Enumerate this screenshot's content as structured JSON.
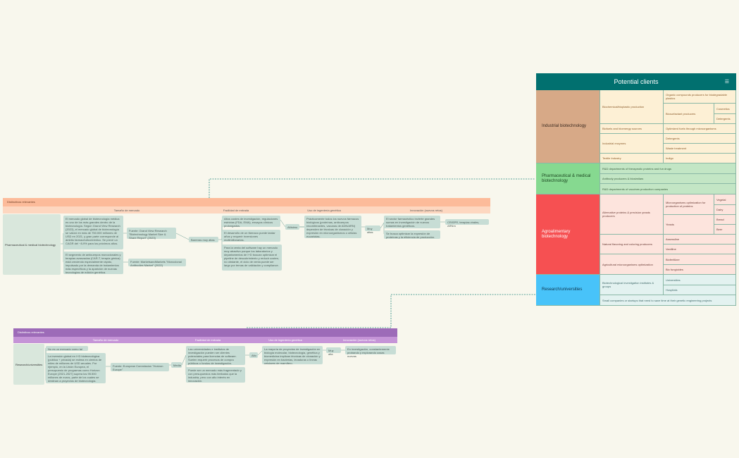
{
  "clients": {
    "title": "Potential clients",
    "menu_icon": "hamburger-menu-icon",
    "categories": [
      {
        "name": "Industrial biotechnology",
        "rows": [
          {
            "label": "Biochemical/bioplastic production",
            "sub": [
              {
                "label": "Organic compounds producers for biodegradable plastics"
              },
              {
                "label": "Biosurfactant producers",
                "sub": [
                  "Cosmetics",
                  "Detergents"
                ]
              }
            ]
          },
          {
            "label": "Biofuels and bioenergy sources",
            "sub": [
              {
                "label": "Optimized fuels through microorganisms"
              }
            ]
          },
          {
            "label": "Industrial enzymes",
            "sub": [
              {
                "label": "Detergents"
              },
              {
                "label": "Waste treatment"
              }
            ]
          },
          {
            "label": "Textile Industry",
            "sub": [
              {
                "label": "Indigo"
              }
            ]
          }
        ]
      },
      {
        "name": "Pharmaceutical & medical biotechnology",
        "rows": [
          {
            "label": "R&D departments of therapeutic proteins and fun drugs"
          },
          {
            "label": "Antibody producers & biosimilars"
          },
          {
            "label": "R&D departments of vaccines production companies"
          }
        ]
      },
      {
        "name": "Agroalimentary biotechnology",
        "rows": [
          {
            "label": "Alternative proteins & precision yeasts producers",
            "sub": [
              {
                "label": "Microorganisms optimization for production of proteins",
                "sub": [
                  "Vegetal",
                  "Dairy"
                ]
              },
              {
                "label": "Yeasts",
                "sub": [
                  "Bread",
                  "Beer"
                ]
              }
            ]
          },
          {
            "label": "Natural flavoring and coloring producers",
            "sub": [
              {
                "label": "Assessline"
              },
              {
                "label": "Vanilline"
              }
            ]
          },
          {
            "label": "Agricultural microorganisms optimization",
            "sub": [
              {
                "label": "Biofertilizer"
              },
              {
                "label": "Bio fungicides"
              }
            ]
          }
        ]
      },
      {
        "name": "Research/universities",
        "rows": [
          {
            "label": "Biotechnological investigation institutes & groups",
            "sub": [
              {
                "label": "Universities"
              },
              {
                "label": "Hospitals"
              }
            ]
          },
          {
            "label": "Small companies or startups that need to save time at their genetic engineering projects"
          }
        ]
      }
    ]
  },
  "pharma_map": {
    "banner": "Distinctivos relevantes",
    "columns": [
      "Tamaño de mercado",
      "Facilidad de entrada",
      "Uso de ingeniería genética",
      "Innovación (nuevos retos)"
    ],
    "root": "Pharmaceutical & medical biotechnology",
    "market": [
      "El mercado global de biotecnología médica es uno de los más grandes dentro de la biotecnología. Según Grand View Research (2023), el mercado global de biotecnología se valoró en más de 750.000 millones de USD en 2021, y gran parte corresponde al ámbito farmacéutico/médico. Se prevé un CAGR del ~8-9% para los próximos años.",
      "El segmento de anticuerpos monoclonales y terapias avanzadas (CAR-T, terapia génica) está creciendo especialmente rápido, impulsado por la demanda de tratamientos más específicos y la aparición de nuevas tecnologías de edición genética."
    ],
    "sources": [
      "Fuente: Grand View Research \"Biotechnology Market Size & Share Report\" (2023)",
      "Fuente: MarketsandMarkets \"Monoclonal Antibodies Market\" (2022)"
    ],
    "barrier_label": "Barreras muy altas",
    "barriers": [
      "Altos costes de investigación, regulaciones estrictas (FDA, EMA), ensayos clínicos prolongados.",
      "El desarrollo de un fármaco puede tardar años y requerir inversiones multimillonarias.",
      "Para la venta del software hay un mercado muy atractivo porque los laboratorios y departamentos de I+D buscan optimizar el pipeline de descubrimiento y reducir costes; no obstante, el ciclo de venta puede ser largo por temas de validación y compliance."
    ],
    "usage_label": "Altísimo",
    "usage": "Prácticamente todos los nuevos fármacos biológicos (proteínas, anticuerpos recombinantes, vacunas de ADN/ARN) dependen de técnicas de clonación y expresión en microorganismos o células eucariotas.",
    "innovation_label": "Muy altas",
    "innovation": [
      "El sector farmacéutico invierte grandes sumas en investigación de nuevos tratamientos genéticos.",
      "Se busca optimizar la expresión de proteínas y la eficiencia de producción."
    ],
    "innovation_extra": "CRISPR, terapias virales, ARNm"
  },
  "research_map": {
    "banner": "Distintivos relevantes",
    "columns": [
      "Tamaño de mercado",
      "Facilidad de entrada",
      "Uso de ingeniería genética",
      "Innovación (nuevos retos)"
    ],
    "root": "Research/universities",
    "market": [
      "No es un mercado como tal",
      "La inversión global en I+D biotecnológica (pública + privada) se estima en cientos de miles de millones de USD anuales. Por ejemplo, en la Unión Europea, el presupuesto de programas como Horizon Europe (2021-2027) supera los 95.500 millones de euros, parte de los cuales se destinan a proyectos de biotecnología."
    ],
    "source": "Fuente: European Commission \"Horizon Europe\"",
    "entry_label": "Media",
    "entry": [
      "Las universidades e institutos de investigación pueden ser clientes potenciales para licencias de software. Suelen requerir procesos de compra públicos o fondos de investigación.",
      "Puede ser un mercado más fragmentado y con presupuestos más limitados que la industria, pero con alto interés en innovación."
    ],
    "usage_label": "Alto",
    "usage": "La mayoría de proyectos de investigación en biología molecular, biotecnología, genética y biomedicina implican técnicas de clonación y expresión en bacterias, levaduras o líneas celulares de mamífero.",
    "innovation_label": "Muy alta",
    "innovation": "En investigación, constantemente probando y explorando cosas nuevas"
  }
}
